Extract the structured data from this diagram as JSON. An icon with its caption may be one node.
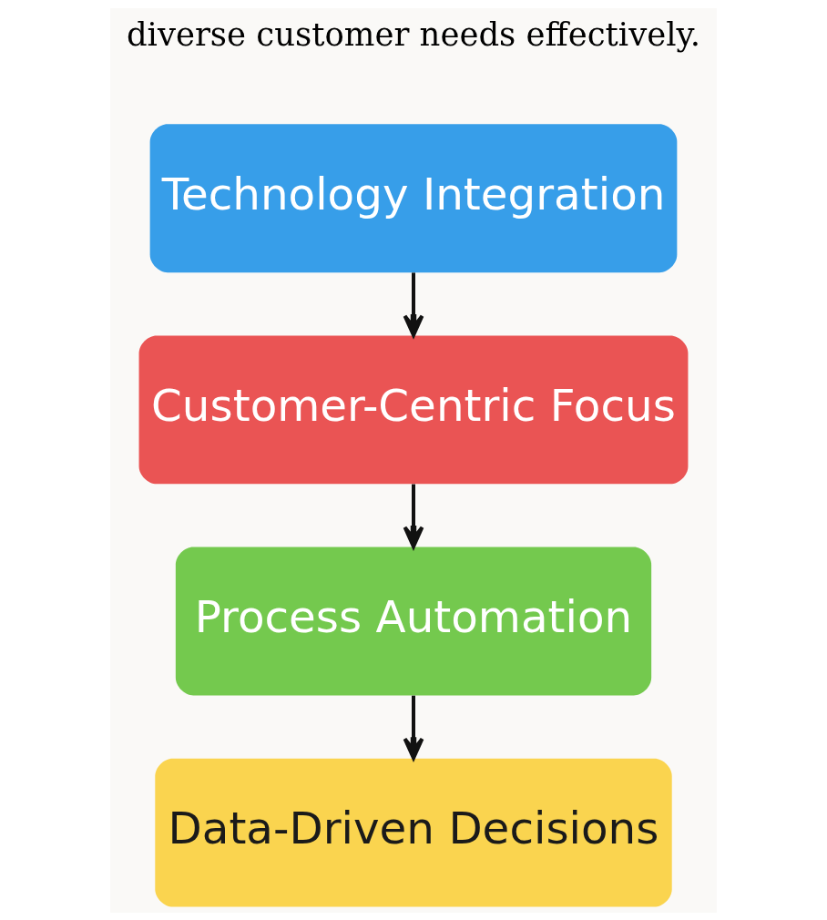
{
  "diagram": {
    "nodes": [
      {
        "text": [
          "Technology Integration"
        ]
      },
      {
        "text": [
          "Customer-Centric Focus"
        ]
      },
      {
        "text": [
          "Process Automation"
        ]
      },
      {
        "text": [
          "Data-Driven Decisions"
        ]
      }
    ],
    "edges": [
      {
        "from": 0,
        "to": 1,
        "arrow": "to"
      },
      {
        "from": 1,
        "to": 2,
        "arrow": "to"
      },
      {
        "from": 2,
        "to": 3,
        "arrow": "to"
      }
    ],
    "labels": [
      "diverse customer needs effectively."
    ]
  }
}
